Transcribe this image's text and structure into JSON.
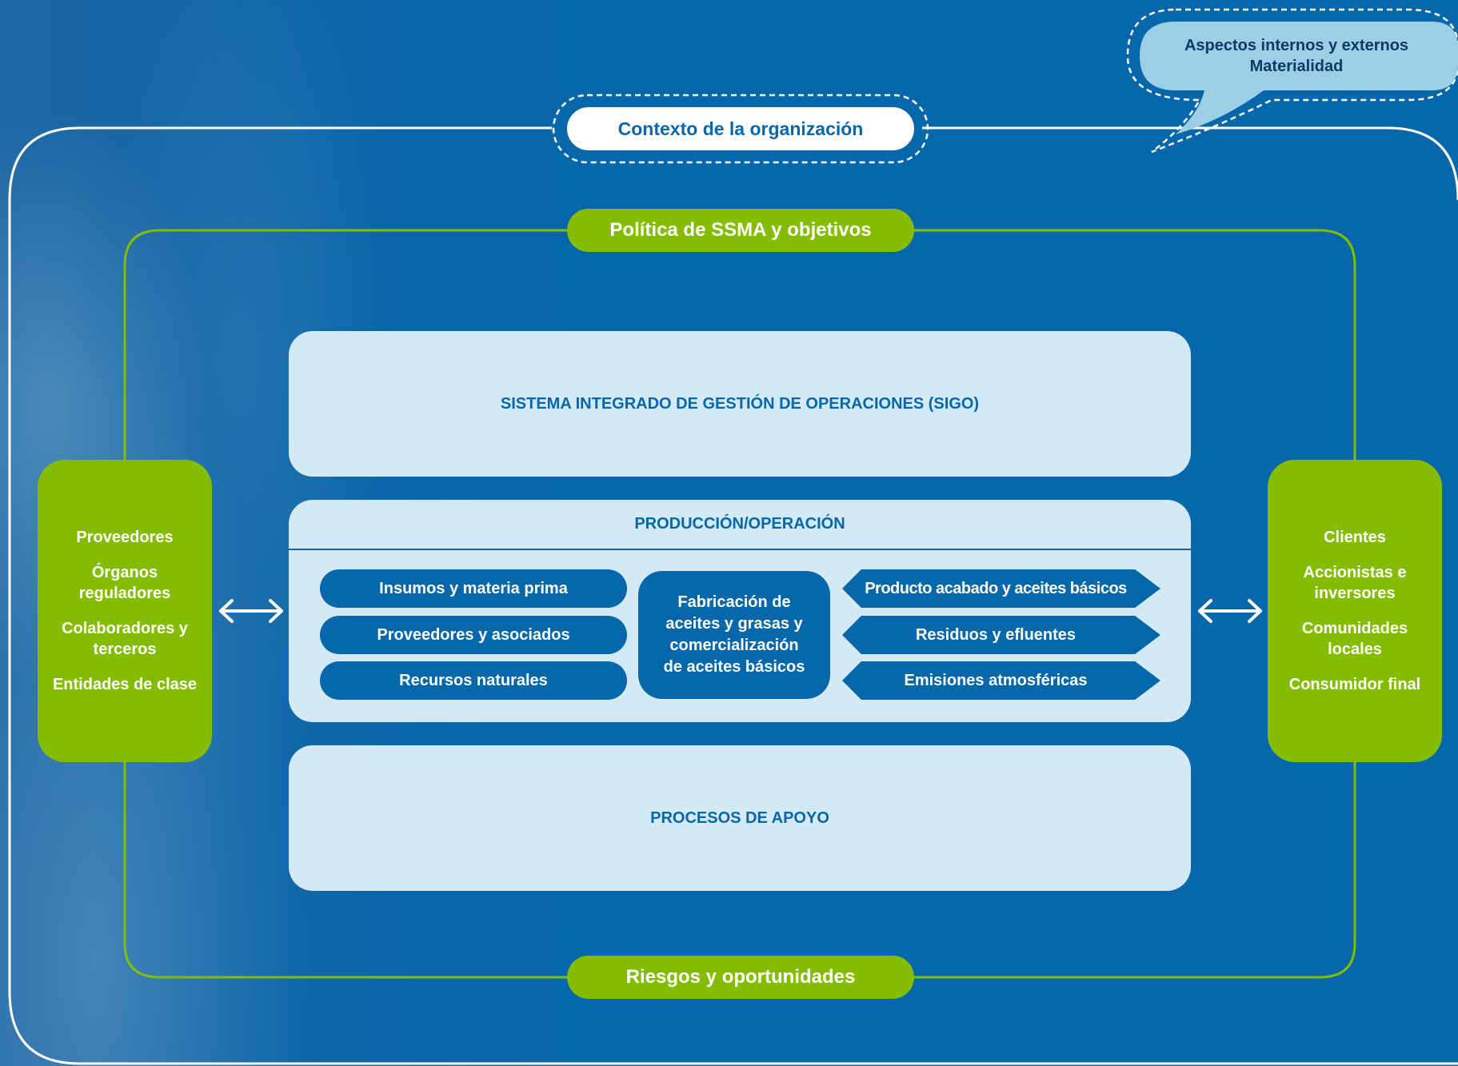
{
  "context": {
    "label": "Contexto de la organización"
  },
  "bubble": {
    "line1": "Aspectos internos y externos",
    "line2": "Materialidad"
  },
  "policy": {
    "label": "Política de SSMA y objetivos"
  },
  "risks": {
    "label": "Riesgos y oportunidades"
  },
  "left_stakeholders": [
    "Proveedores",
    "Órganos reguladores",
    "Colaboradores y terceros",
    "Entidades de clase"
  ],
  "right_stakeholders": [
    "Clientes",
    "Accionistas e inversores",
    "Comunidades locales",
    "Consumidor final"
  ],
  "sigo": {
    "label": "SISTEMA INTEGRADO DE GESTIÓN DE OPERACIONES (SIGO)"
  },
  "production": {
    "title": "PRODUCCIÓN/OPERACIÓN",
    "inputs": [
      "Insumos y materia prima",
      "Proveedores y asociados",
      "Recursos naturales"
    ],
    "process": [
      "Fabricación de",
      "aceites y grasas y",
      "comercialización",
      "de aceites básicos"
    ],
    "outputs": [
      "Producto acabado y aceites básicos",
      "Residuos y efluentes",
      "Emisiones atmosféricas"
    ]
  },
  "support": {
    "label": "PROCESOS DE APOYO"
  },
  "colors": {
    "blue": "#0767ab",
    "green": "#84bd00",
    "light": "#d3e9f3",
    "bubble": "#9ccfe6"
  }
}
